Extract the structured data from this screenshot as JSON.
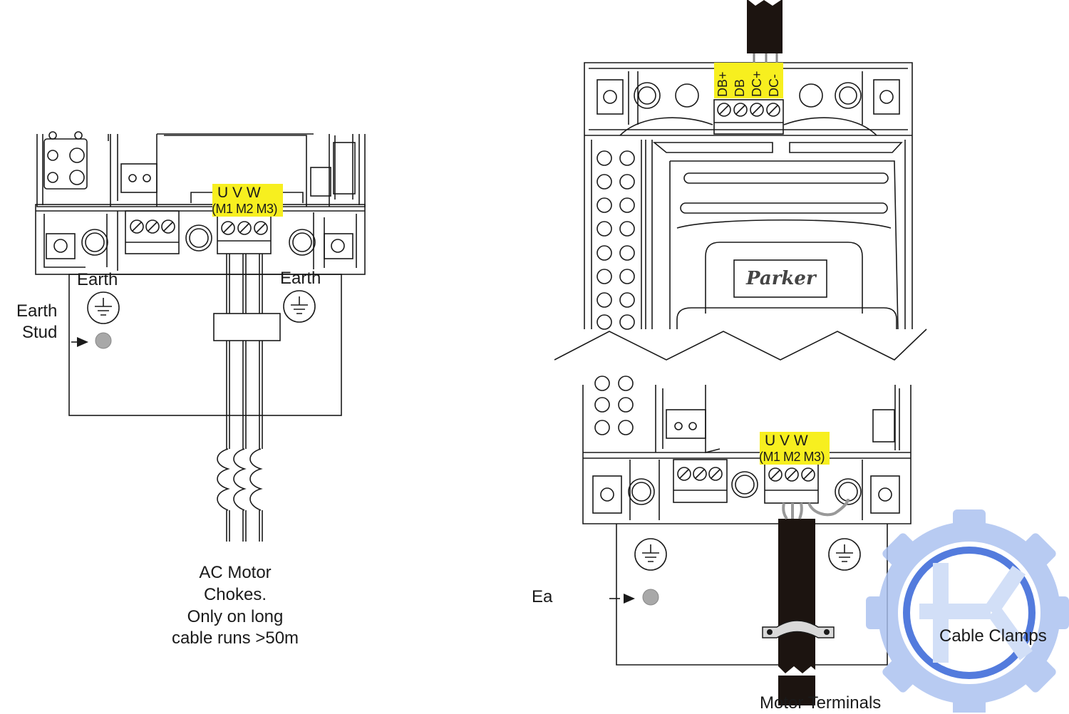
{
  "left_diagram": {
    "terminal_letters": "U  V  W",
    "terminal_motor": "(M1 M2 M3)",
    "earth_left": "Earth",
    "earth_right": "Earth",
    "earth_stud_line1": "Earth",
    "earth_stud_line2": "Stud",
    "choke_caption": [
      "AC Motor",
      "Chokes.",
      "Only on long",
      "cable runs >50m"
    ]
  },
  "right_diagram": {
    "dc_terminals": [
      "DB+",
      "DB",
      "DC+",
      "DC-"
    ],
    "brand_logo": "Parker",
    "terminal_letters": "U  V  W",
    "terminal_motor": "(M1 M2 M3)",
    "earth_partial": "Ea",
    "cable_clamps": "Cable Clamps",
    "motor_terminals": "Motor Terminals"
  },
  "colors": {
    "highlight": "#f7ef1f",
    "line": "#1a1a1a",
    "watermark": "#2e5fd6",
    "cable": "#1c1410"
  }
}
